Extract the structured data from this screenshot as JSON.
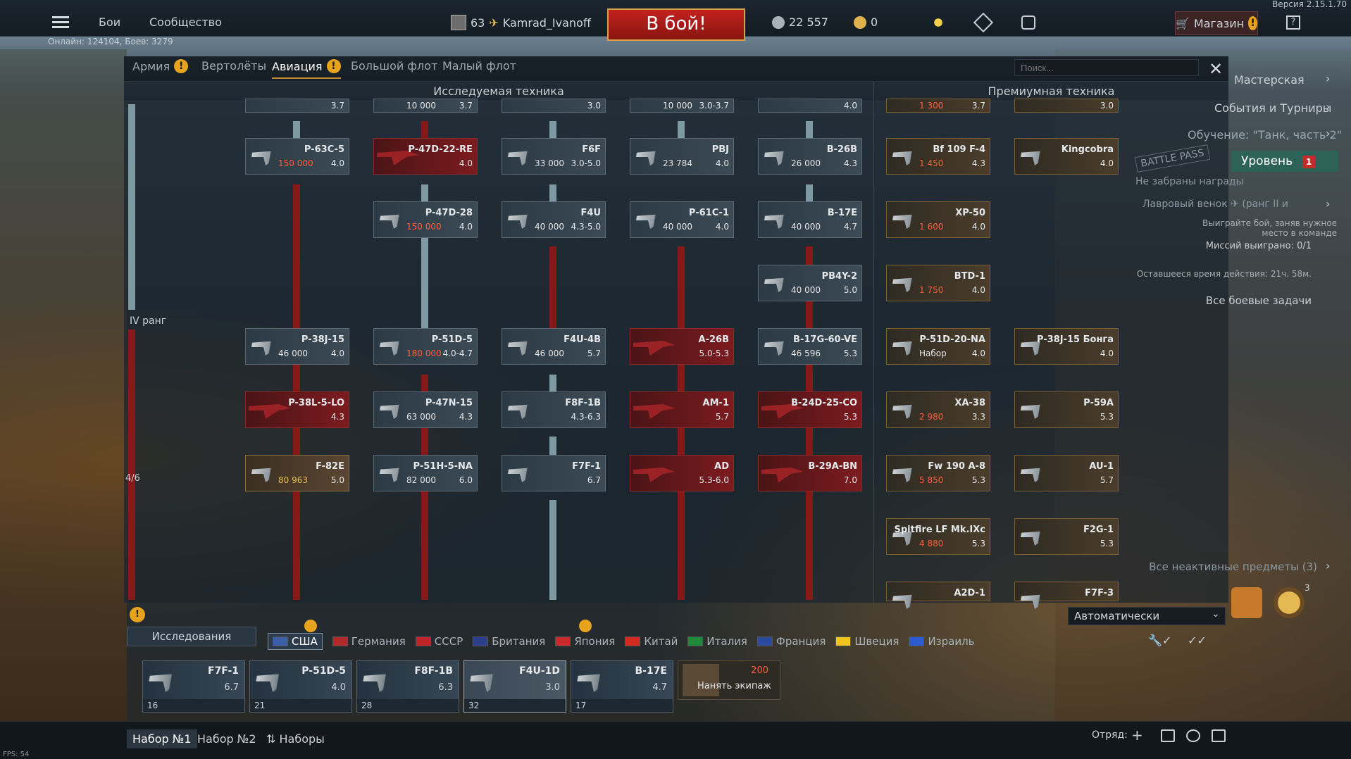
{
  "version": "Версия 2.15.1.70",
  "nav": {
    "battles": "Бои",
    "community": "Сообщество"
  },
  "player": {
    "level": "63",
    "name": "Kamrad_Ivanoff"
  },
  "to_battle": "В бой!",
  "currency": {
    "silver": "22 557",
    "gold": "0"
  },
  "shop": "Магазин",
  "help": "?",
  "online": "Онлайн: 124104, Боев: 3279",
  "tabs": [
    {
      "label": "Армия",
      "warn": true
    },
    {
      "label": "Вертолёты"
    },
    {
      "label": "Авиация",
      "warn": true,
      "active": true
    },
    {
      "label": "Большой флот"
    },
    {
      "label": "Малый флот"
    }
  ],
  "search_placeholder": "Поиск...",
  "close": "✕",
  "sections": {
    "researched": "Исследуемая техника",
    "premium": "Премиумная техника"
  },
  "rank_label": "IV ранг",
  "rank_count": "4/6",
  "tree_rows_top": [
    {
      "name": "",
      "br": "3.7",
      "cost": ""
    },
    {
      "name": "",
      "br": "3.7",
      "cost": "10 000"
    },
    {
      "name": "",
      "br": "3.0",
      "cost": ""
    },
    {
      "name": "",
      "br": "3.0-3.7",
      "cost": "10 000"
    },
    {
      "name": "",
      "br": "4.0",
      "cost": ""
    },
    {
      "name": "",
      "br": "3.7",
      "cost": "1 300"
    },
    {
      "name": "",
      "br": "3.0",
      "cost": ""
    }
  ],
  "tree": [
    {
      "name": "P-63C-5",
      "br": "4.0",
      "cost": "150 000",
      "style": "",
      "cost_style": "r"
    },
    {
      "name": "P-47D-22-RE",
      "br": "4.0",
      "cost": "",
      "style": "red"
    },
    {
      "name": "F6F",
      "br": "3.0-5.0",
      "cost": "33 000",
      "style": ""
    },
    {
      "name": "PBJ",
      "br": "4.0",
      "cost": "23 784",
      "style": ""
    },
    {
      "name": "B-26B",
      "br": "4.3",
      "cost": "26 000",
      "style": ""
    },
    {
      "name": "P-47D-28",
      "br": "4.0",
      "cost": "150 000",
      "style": "",
      "cost_style": "r"
    },
    {
      "name": "F4U",
      "br": "4.3-5.0",
      "cost": "40 000",
      "style": ""
    },
    {
      "name": "P-61C-1",
      "br": "4.0",
      "cost": "40 000",
      "style": ""
    },
    {
      "name": "B-17E",
      "br": "4.7",
      "cost": "40 000",
      "style": ""
    },
    {
      "name": "PB4Y-2",
      "br": "5.0",
      "cost": "40 000",
      "style": ""
    },
    {
      "name": "P-38J-15",
      "br": "4.0",
      "cost": "46 000",
      "style": ""
    },
    {
      "name": "P-51D-5",
      "br": "4.0-4.7",
      "cost": "180 000",
      "style": "",
      "cost_style": "r"
    },
    {
      "name": "F4U-4B",
      "br": "5.7",
      "cost": "46 000",
      "style": ""
    },
    {
      "name": "A-26B",
      "br": "5.0-5.3",
      "cost": "",
      "style": "red"
    },
    {
      "name": "B-17G-60-VE",
      "br": "5.3",
      "cost": "46 596",
      "style": ""
    },
    {
      "name": "P-38L-5-LO",
      "br": "4.3",
      "cost": "",
      "style": "red"
    },
    {
      "name": "P-47N-15",
      "br": "4.3",
      "cost": "63 000",
      "style": ""
    },
    {
      "name": "F8F-1B",
      "br": "4.3-6.3",
      "cost": "",
      "style": ""
    },
    {
      "name": "AM-1",
      "br": "5.7",
      "cost": "",
      "style": "red"
    },
    {
      "name": "B-24D-25-CO",
      "br": "5.3",
      "cost": "",
      "style": "red"
    },
    {
      "name": "F-82E",
      "br": "5.0",
      "cost": "80 963",
      "style": "gold",
      "cost_style": "g"
    },
    {
      "name": "P-51H-5-NA",
      "br": "6.0",
      "cost": "82 000",
      "style": ""
    },
    {
      "name": "F7F-1",
      "br": "6.7",
      "cost": "",
      "style": ""
    },
    {
      "name": "AD",
      "br": "5.3-6.0",
      "cost": "",
      "style": "red"
    },
    {
      "name": "B-29A-BN",
      "br": "7.0",
      "cost": "",
      "style": "red"
    }
  ],
  "premium": [
    {
      "name": "Bf 109 F-4",
      "br": "4.3",
      "cost": "1 450",
      "cost_style": "r"
    },
    {
      "name": "Kingcobra",
      "br": "4.0",
      "cost": ""
    },
    {
      "name": "XP-50",
      "br": "4.0",
      "cost": "1 600",
      "cost_style": "r"
    },
    {
      "name": "BTD-1",
      "br": "4.0",
      "cost": "1 750",
      "cost_style": "r"
    },
    {
      "name": "P-51D-20-NA",
      "br": "4.0",
      "cost": "Набор"
    },
    {
      "name": "P-38J-15 Бонга",
      "br": "4.0",
      "cost": ""
    },
    {
      "name": "XA-38",
      "br": "3.3",
      "cost": "2 980",
      "cost_style": "r"
    },
    {
      "name": "P-59A",
      "br": "5.3",
      "cost": ""
    },
    {
      "name": "Fw 190 A-8",
      "br": "5.3",
      "cost": "5 850",
      "cost_style": "r"
    },
    {
      "name": "AU-1",
      "br": "5.7",
      "cost": ""
    },
    {
      "name": "Spitfire LF Mk.IXc",
      "br": "5.3",
      "cost": "4 880",
      "cost_style": "r"
    },
    {
      "name": "F2G-1",
      "br": "5.3",
      "cost": ""
    },
    {
      "name": "A2D-1",
      "br": "",
      "cost": ""
    },
    {
      "name": "F7F-3",
      "br": "",
      "cost": ""
    }
  ],
  "right_panel": {
    "workshop": "Мастерская",
    "events": "События и Турниры",
    "tutorial": "Обучение: \"Танк, часть 2\"",
    "battlepass": "BATTLE PASS",
    "level": "Уровень",
    "level_num": "1",
    "unclaimed": "Не забраны награды",
    "laurel": "Лавровый венок ✈ (ранг II и",
    "win_hint": "Выиграйте бой, заняв нужное место в команде",
    "missions": "Миссий выиграно: 0/1",
    "time_left": "Оставшееся время действия: 21ч. 58м.",
    "all_tasks": "Все боевые задачи",
    "inactive": "Все неактивные предметы (3)",
    "badge": "3"
  },
  "research_btn": "Исследования",
  "auto": "Автоматически",
  "nations": [
    "США",
    "Германия",
    "СССР",
    "Британия",
    "Япония",
    "Китай",
    "Италия",
    "Франция",
    "Швеция",
    "Израиль"
  ],
  "nation_colors": [
    "#3b5ea8",
    "#b02a2a",
    "#c0242a",
    "#2c3f8a",
    "#c82a2a",
    "#d22a1e",
    "#1f8a3a",
    "#2b4aa0",
    "#f2c21e",
    "#2d5ad0"
  ],
  "crew": [
    {
      "name": "F7F-1",
      "br": "6.7",
      "slot": "16"
    },
    {
      "name": "P-51D-5",
      "br": "4.0",
      "slot": "21"
    },
    {
      "name": "F8F-1B",
      "br": "6.3",
      "slot": "28"
    },
    {
      "name": "F4U-1D",
      "br": "3.0",
      "slot": "32"
    },
    {
      "name": "B-17E",
      "br": "4.7",
      "slot": "17"
    }
  ],
  "hire": {
    "cost": "200",
    "label": "Нанять экипаж"
  },
  "presets": [
    "Набор №1",
    "Набор №2",
    "Наборы"
  ],
  "squad": "Отряд:",
  "fps": "FPS: 54"
}
